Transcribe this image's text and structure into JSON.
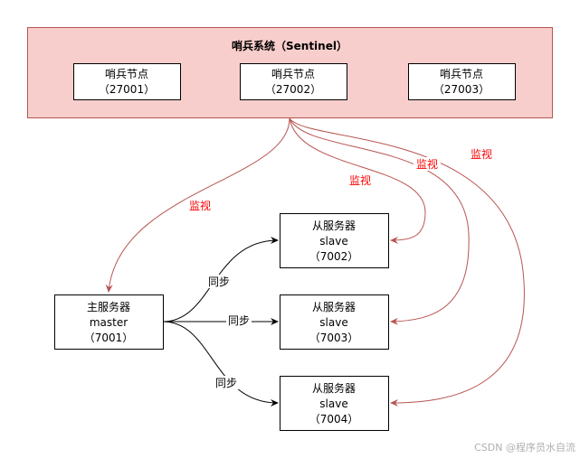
{
  "sentinel_system": {
    "title": "哨兵系统（Sentinel）",
    "nodes": [
      {
        "name": "哨兵节点",
        "port": "（27001）"
      },
      {
        "name": "哨兵节点",
        "port": "（27002）"
      },
      {
        "name": "哨兵节点",
        "port": "（27003）"
      }
    ]
  },
  "master": {
    "name": "主服务器",
    "role": "master",
    "port": "（7001）"
  },
  "slaves": [
    {
      "name": "从服务器",
      "role": "slave",
      "port": "（7002）"
    },
    {
      "name": "从服务器",
      "role": "slave",
      "port": "（7003）"
    },
    {
      "name": "从服务器",
      "role": "slave",
      "port": "（7004）"
    }
  ],
  "edge_labels": {
    "monitor": "监视",
    "sync": "同步"
  },
  "colors": {
    "sentinel_fill": "#f8cecc",
    "sentinel_stroke": "#b85450",
    "monitor_text": "#ff0000"
  },
  "watermark": "CSDN @程序员水自流"
}
